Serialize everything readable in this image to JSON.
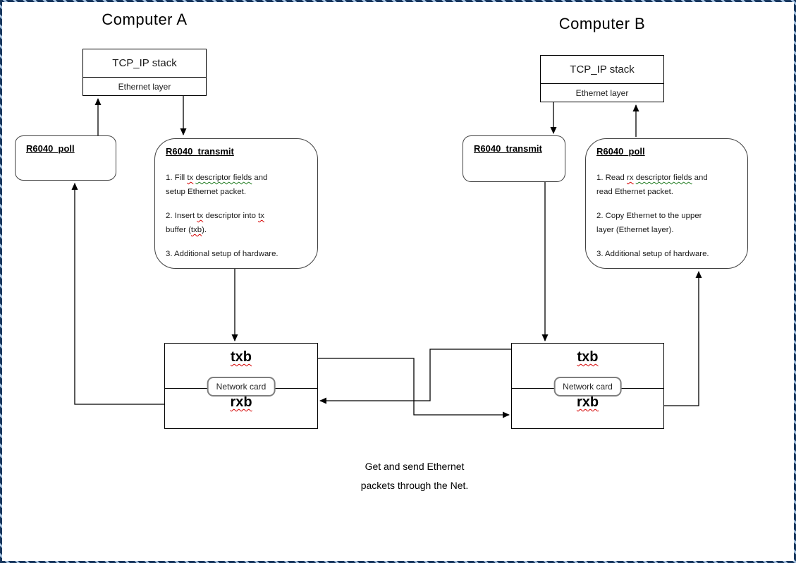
{
  "computer_a": {
    "title": "Computer A",
    "stack": {
      "top_label": "TCP_IP stack",
      "bottom_label": "Ethernet layer"
    },
    "poll": {
      "title": "R6040_poll"
    },
    "transmit": {
      "title": "R6040_transmit",
      "items": [
        [
          {
            "t": "1. Fill "
          },
          {
            "t": "tx",
            "m": "red"
          },
          {
            "t": " "
          },
          {
            "t": "descriptor fields",
            "m": "green"
          },
          {
            "t": " and"
          },
          {
            "br": true
          },
          {
            "t": "setup Ethernet packet."
          }
        ],
        [
          {
            "t": "2. Insert "
          },
          {
            "t": "tx",
            "m": "red"
          },
          {
            "t": " descriptor into "
          },
          {
            "t": "tx",
            "m": "red"
          },
          {
            "br": true
          },
          {
            "t": "buffer ("
          },
          {
            "t": "txb",
            "m": "red"
          },
          {
            "t": ")."
          }
        ],
        [
          {
            "t": "3. Additional setup of hardware."
          }
        ]
      ]
    },
    "netcard": {
      "txb": "txb",
      "label": "Network card",
      "rxb": "rxb"
    }
  },
  "computer_b": {
    "title": "Computer B",
    "stack": {
      "top_label": "TCP_IP stack",
      "bottom_label": "Ethernet layer"
    },
    "transmit": {
      "title": "R6040_transmit"
    },
    "poll": {
      "title": "R6040_poll",
      "items": [
        [
          {
            "t": "1. Read "
          },
          {
            "t": "rx",
            "m": "red"
          },
          {
            "t": " "
          },
          {
            "t": "descriptor fields",
            "m": "green"
          },
          {
            "t": " and"
          },
          {
            "br": true
          },
          {
            "t": "read Ethernet packet."
          }
        ],
        [
          {
            "t": "2. Copy Ethernet to the upper"
          },
          {
            "br": true
          },
          {
            "t": "layer (Ethernet layer)."
          }
        ],
        [
          {
            "t": "3. Additional setup of hardware."
          }
        ]
      ]
    },
    "netcard": {
      "txb": "txb",
      "label": "Network card",
      "rxb": "rxb"
    }
  },
  "caption": {
    "line1": "Get and send Ethernet",
    "line2": "packets through the Net."
  },
  "colors": {
    "squiggle_red": "#d40000",
    "squiggle_green": "#1e7b1e",
    "frame_navy": "#17365d",
    "frame_lightblue": "#a7c4e2",
    "box_border": "#404040",
    "netcard_label_border": "#7f7f7f"
  }
}
